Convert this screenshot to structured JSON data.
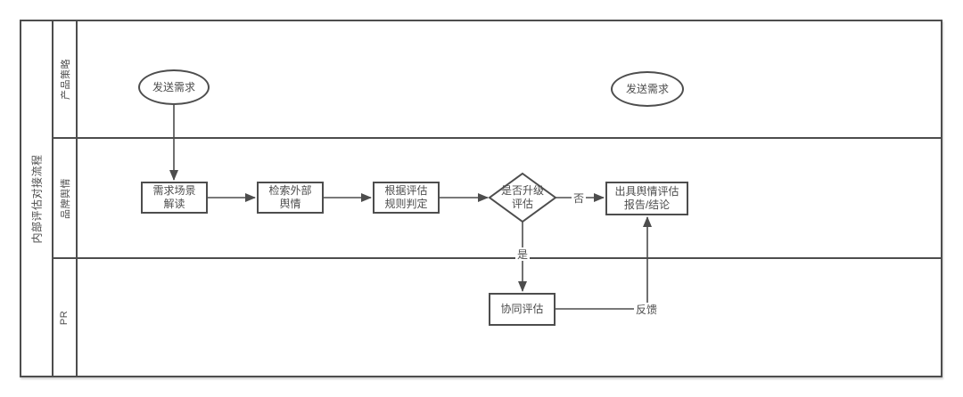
{
  "diagram": {
    "title": "内部评估对接流程",
    "lanes": [
      {
        "label": "产品策略"
      },
      {
        "label": "品牌舆情"
      },
      {
        "label": "PR"
      }
    ],
    "nodes": {
      "start": {
        "type": "terminator",
        "label": "发送需求"
      },
      "interpret": {
        "type": "process",
        "label": "需求场景\n解读"
      },
      "search": {
        "type": "process",
        "label": "检索外部\n舆情"
      },
      "judge": {
        "type": "process",
        "label": "根据评估\n规则判定"
      },
      "decision": {
        "type": "decision",
        "label": "是否升级\n评估"
      },
      "report": {
        "type": "process",
        "label": "出具舆情评估\n报告/结论"
      },
      "collaborate": {
        "type": "process",
        "label": "协同评估"
      },
      "end": {
        "type": "terminator",
        "label": "发送需求"
      }
    },
    "edge_labels": {
      "no": "否",
      "yes": "是",
      "feedback": "反馈"
    },
    "colors": {
      "stroke": "#4d4d4d",
      "text": "#4d4d4d",
      "background": "#ffffff"
    }
  }
}
